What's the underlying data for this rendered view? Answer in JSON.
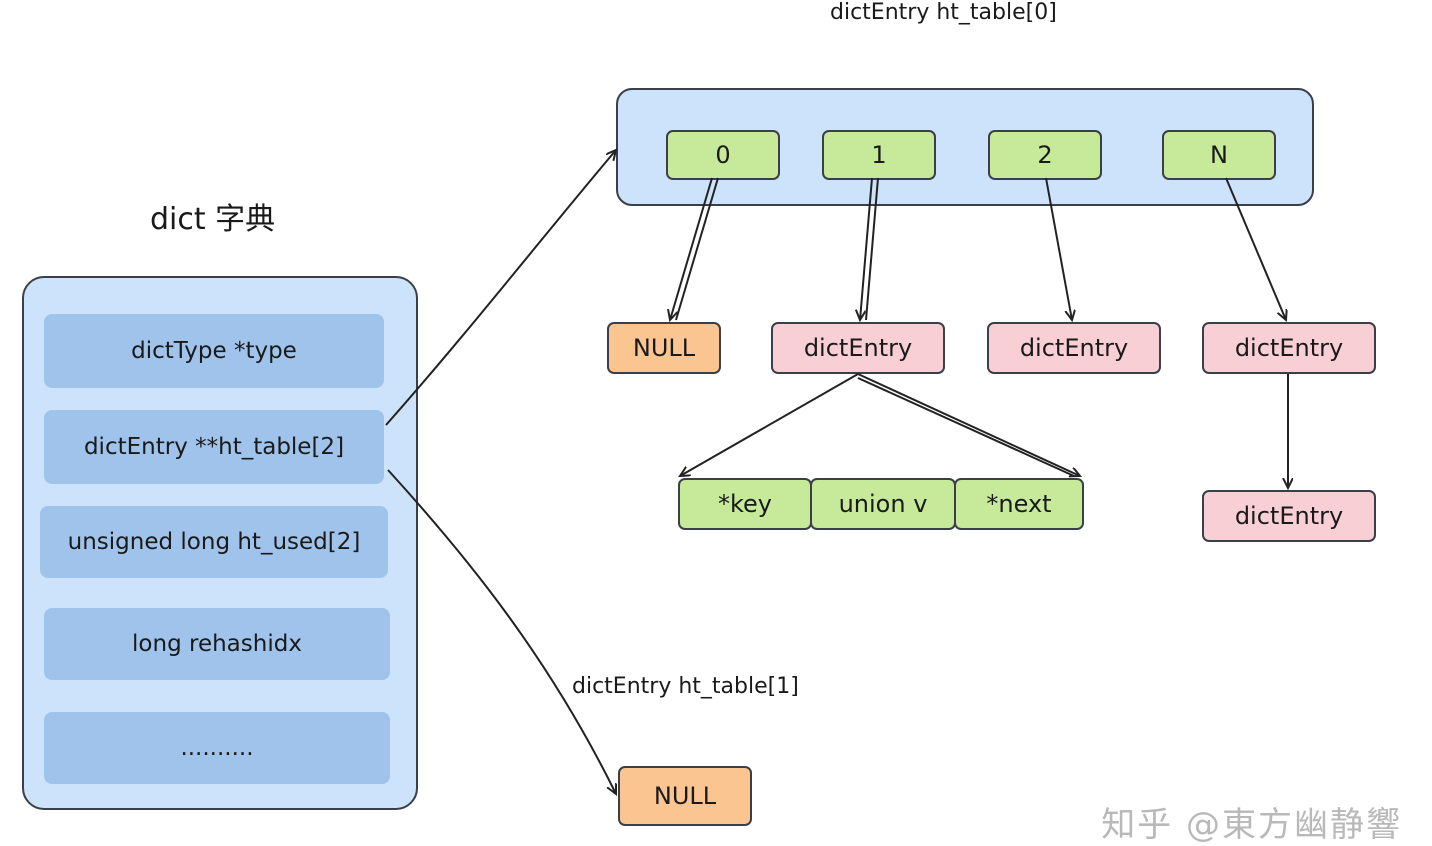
{
  "labels": {
    "ht0": "dictEntry ht_table[0]",
    "ht1": "dictEntry ht_table[1]",
    "dict_title": "dict 字典"
  },
  "dict_fields": [
    "dictType *type",
    "dictEntry **ht_table[2]",
    "unsigned long ht_used[2]",
    "long rehashidx",
    ".........."
  ],
  "buckets": [
    "0",
    "1",
    "2",
    "N"
  ],
  "bucket_targets": [
    "NULL",
    "dictEntry",
    "dictEntry",
    "dictEntry"
  ],
  "entry_fields": [
    "*key",
    "union v",
    "*next"
  ],
  "chain_entry": "dictEntry",
  "ht1_value": "NULL",
  "watermark": "知乎 @東方幽静響",
  "colors": {
    "panel": "#cce3fb",
    "field": "#9fc3ea",
    "green": "#c6e99a",
    "pink": "#f9cfd6",
    "orange": "#fbc592"
  }
}
